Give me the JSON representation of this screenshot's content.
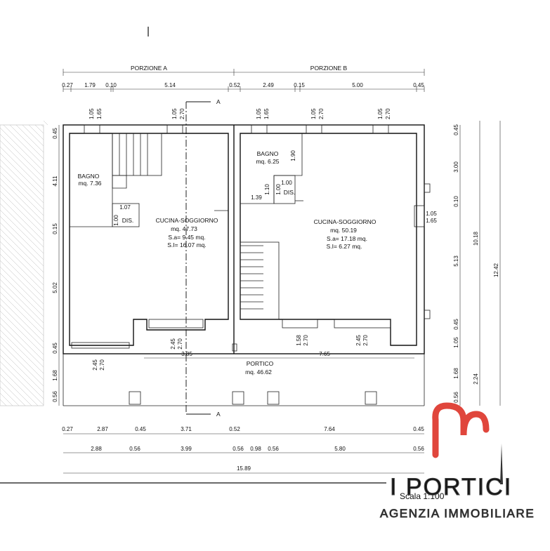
{
  "sections": {
    "porzione_a": "PORZIONE A",
    "porzione_b": "PORZIONE B"
  },
  "section_cut": "A",
  "top_dims": [
    "0.27",
    "1.79",
    "0.10",
    "5.14",
    "0.52",
    "2.49",
    "0.15",
    "5.00",
    "0.45"
  ],
  "window_labels_top": [
    {
      "w": "1.05",
      "h": "1.65"
    },
    {
      "w": "1.05",
      "h": "2.70"
    },
    {
      "w": "1.05",
      "h": "1.65"
    },
    {
      "w": "1.05",
      "h": "2.70"
    },
    {
      "w": "1.05",
      "h": "2.70"
    }
  ],
  "left_dims": [
    "0.45",
    "4.11",
    "0.15",
    "5.02",
    "0.45",
    "1.68",
    "0.56"
  ],
  "right_dims_inner": [
    "0.45",
    "3.00",
    "0.10",
    "5.13",
    "0.45",
    "1.05",
    "1.68",
    "0.56"
  ],
  "right_dims_mid": [
    "10.18",
    "2.24"
  ],
  "right_dims_outer": [
    "12.42"
  ],
  "rooms": {
    "bagno_a": {
      "name": "BAGNO",
      "area": "mq. 7.36"
    },
    "dis_a": {
      "name": "DIS.",
      "w": "1.07",
      "h": "1.00"
    },
    "cucina_a": {
      "name": "CUCINA-SOGGIORNO",
      "area": "mq. 47.73",
      "sa": "S.a= 9.45 mq.",
      "si": "S.I= 16.07 mq."
    },
    "bagno_b": {
      "name": "BAGNO",
      "area": "mq. 6.25",
      "h1": "1.90",
      "h2": "1.10",
      "w": "1.39"
    },
    "dis_b": {
      "name": "DIS.",
      "w": "1.00",
      "h": "1.00"
    },
    "cucina_b": {
      "name": "CUCINA-SOGGIORNO",
      "area": "mq. 50.19",
      "sa": "S.a= 17.18 mq.",
      "si": "S.I= 6.27 mq."
    },
    "side_window": {
      "w": "1.05",
      "h": "1.65"
    }
  },
  "window_labels_bottom": [
    {
      "w": "2.45",
      "h": "2.70"
    },
    {
      "w": "2.45",
      "h": "2.70"
    },
    {
      "w": "1.58",
      "h": "2.70"
    },
    {
      "w": "2.45",
      "h": "2.70"
    }
  ],
  "portico": {
    "name": "PORTICO",
    "area": "mq. 46.62",
    "dim_left": "3.85",
    "dim_right": "7.65"
  },
  "bottom_dims_row1": [
    "0.27",
    "2.87",
    "0.45",
    "3.71",
    "0.52",
    "7.64",
    "0.45"
  ],
  "bottom_dims_row2": [
    "2.88",
    "0.56",
    "3.99",
    "0.56",
    "0.98",
    "0.56",
    "5.80",
    "0.56"
  ],
  "bottom_total": "15.89",
  "scale": "Scala 1:100",
  "logo": {
    "name": "I PORTICI",
    "subtitle": "AGENZIA IMMOBILIARE",
    "accent_color": "#e0463c"
  }
}
